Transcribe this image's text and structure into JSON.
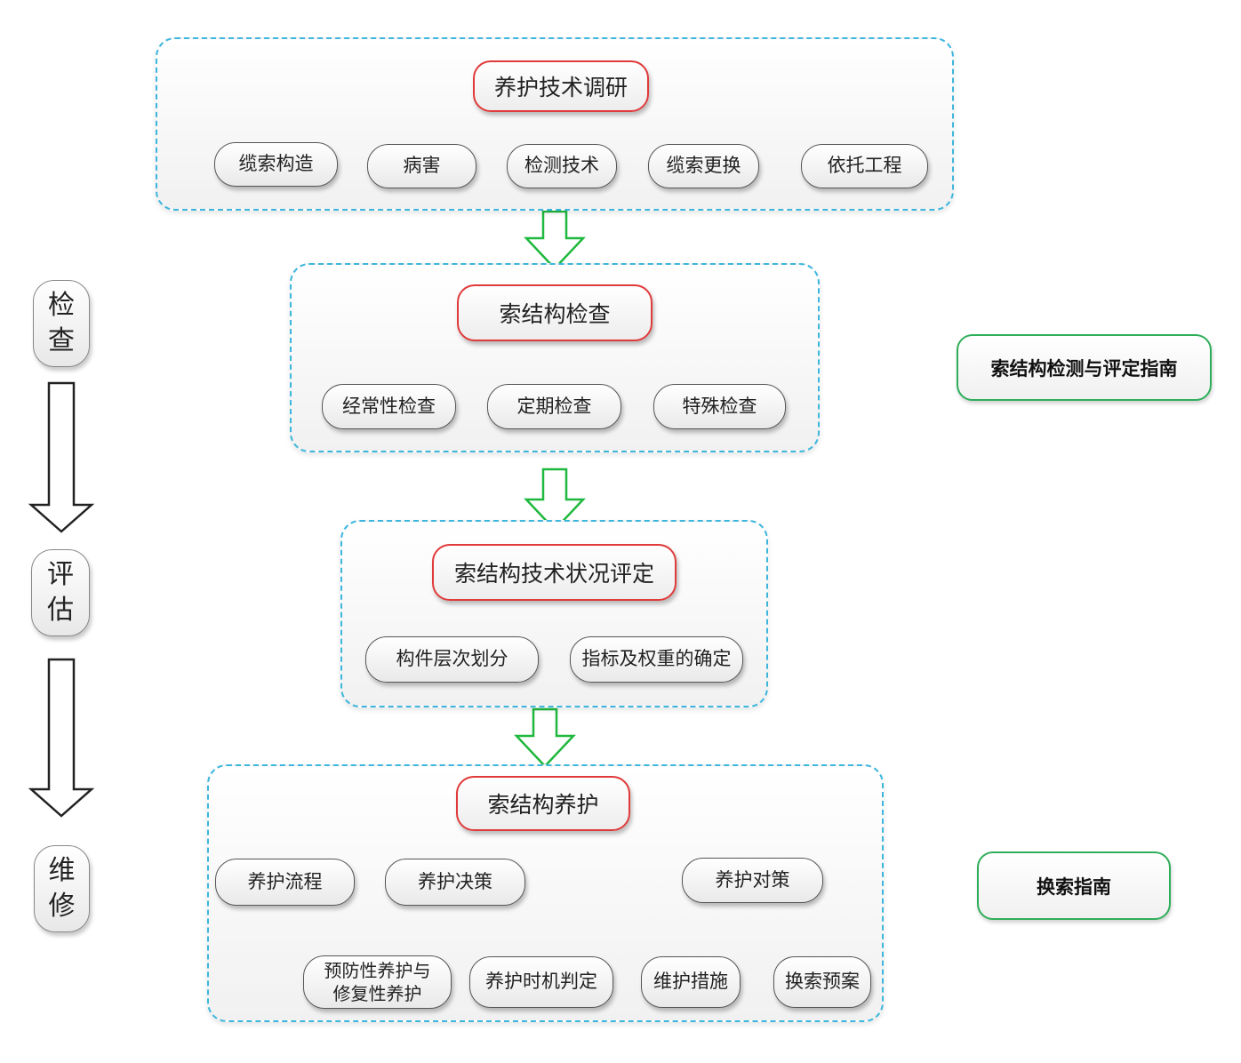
{
  "sections": [
    {
      "title": "养护技术调研",
      "items": [
        "缆索构造",
        "病害",
        "检测技术",
        "缆索更换",
        "依托工程"
      ]
    },
    {
      "title": "索结构检查",
      "items": [
        "经常性检查",
        "定期检查",
        "特殊检查"
      ]
    },
    {
      "title": "索结构技术状况评定",
      "items": [
        "构件层次划分",
        "指标及权重的确定"
      ]
    },
    {
      "title": "索结构养护",
      "items": [
        "养护流程",
        "养护决策",
        "养护对策"
      ],
      "decision_children": [
        "预防性养护与\n修复性养护",
        "养护时机判定"
      ],
      "countermeasure_children": [
        "维护措施",
        "换索预案"
      ]
    }
  ],
  "phases": [
    "检\n查",
    "评\n估",
    "维\n修"
  ],
  "guides": [
    "索结构检测与评定指南",
    "换索指南"
  ],
  "colors": {
    "panel_border": "#3cb6dc",
    "main_border": "#e03a3a",
    "guide_border": "#2fae5a",
    "flow_arrow": "#1fb83e"
  }
}
